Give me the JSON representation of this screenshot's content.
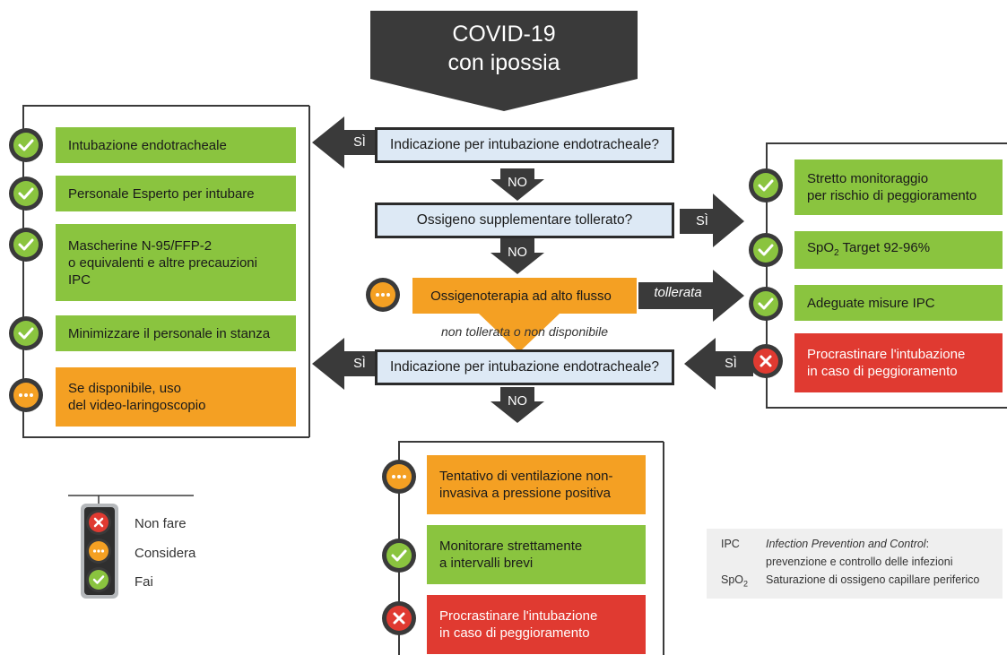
{
  "title": {
    "line1": "COVID-19",
    "line2": "con ipossia"
  },
  "questions": {
    "q1": "Indicazione per intubazione endotracheale?",
    "q2": "Ossigeno supplementare tollerato?",
    "q3": "Indicazione per intubazione endotracheale?"
  },
  "hfno": "Ossigenoterapia ad alto flusso",
  "labels": {
    "si": "SÌ",
    "no": "NO",
    "tollerata": "tollerata",
    "non_tollerata": "non tollerata o non disponibile"
  },
  "left_panel": [
    {
      "text": "Intubazione endotracheale",
      "status": "do"
    },
    {
      "text": "Personale Esperto per intubare",
      "status": "do"
    },
    {
      "text": "Mascherine N-95/FFP-2\no equivalenti e altre precauzioni\nIPC",
      "status": "do"
    },
    {
      "text": "Minimizzare il personale in stanza",
      "status": "do"
    },
    {
      "text": "Se disponibile, uso\ndel video-laringoscopio",
      "status": "consider"
    }
  ],
  "right_panel": [
    {
      "text": "Stretto monitoraggio\nper rischio di peggioramento",
      "status": "do"
    },
    {
      "text_pre": "SpO",
      "text_sub": "2",
      "text_post": " Target 92-96%",
      "status": "do"
    },
    {
      "text": "Adeguate misure IPC",
      "status": "do"
    },
    {
      "text": "Procrastinare l'intubazione\nin caso di peggioramento",
      "status": "dont"
    }
  ],
  "bottom_panel": [
    {
      "text": "Tentativo di ventilazione non-\ninvasiva a pressione positiva",
      "status": "consider"
    },
    {
      "text": "Monitorare strettamente\na intervalli brevi",
      "status": "do"
    },
    {
      "text": "Procrastinare l'intubazione\nin caso di peggioramento",
      "status": "dont"
    }
  ],
  "legend": {
    "dont": "Non fare",
    "consider": "Considera",
    "do": "Fai"
  },
  "glossary": {
    "ipc_abbr": "IPC",
    "ipc_en": "Infection Prevention and Control",
    "ipc_colon": ":",
    "ipc_it": "prevenzione e controllo delle infezioni",
    "spo2_pre": "SpO",
    "spo2_sub": "2",
    "spo2_def": "Saturazione di ossigeno capillare periferico"
  },
  "colors": {
    "do": "#8ac43f",
    "consider": "#f4a023",
    "dont": "#e03a31",
    "question_bg": "#dde9f5",
    "dark": "#3a3a3a"
  }
}
